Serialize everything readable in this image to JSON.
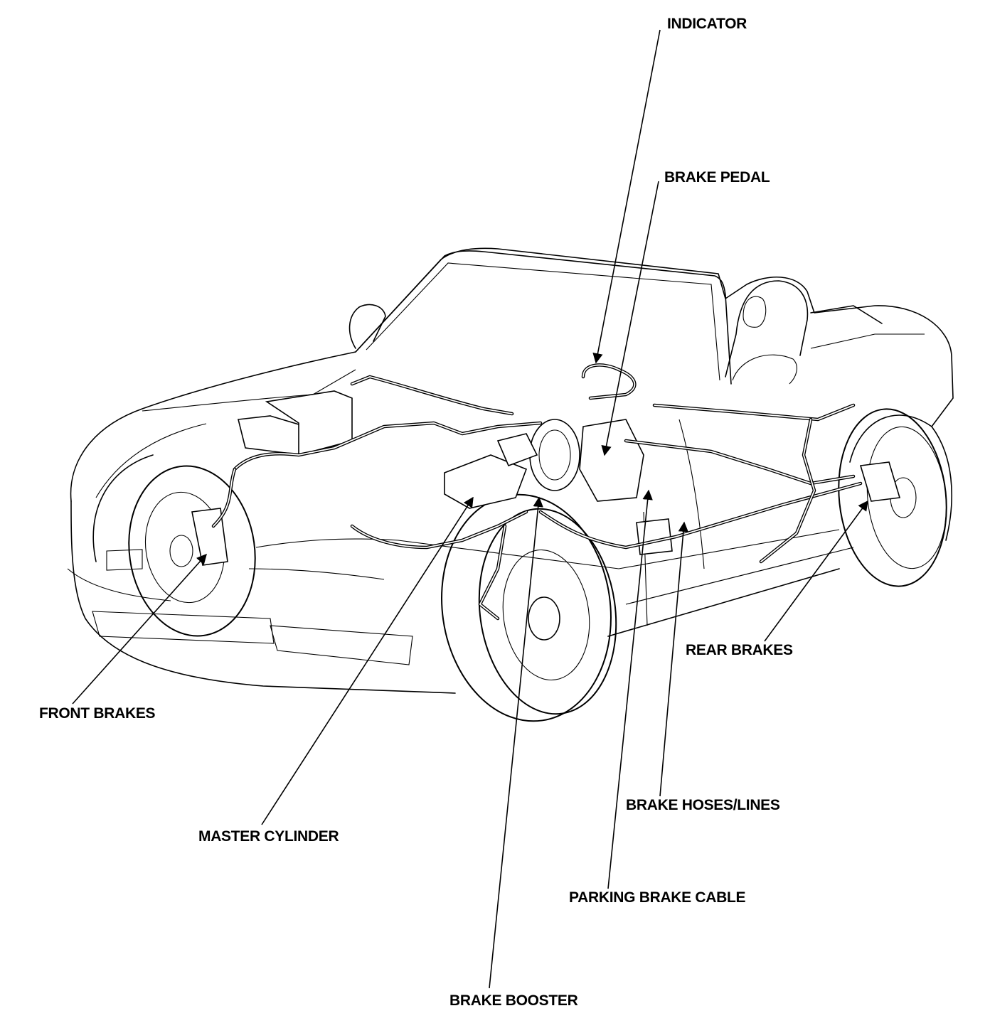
{
  "labels": {
    "indicator": "INDICATOR",
    "brake_pedal": "BRAKE PEDAL",
    "rear_brakes": "REAR BRAKES",
    "front_brakes": "FRONT BRAKES",
    "master_cylinder": "MASTER CYLINDER",
    "brake_hoses_lines": "BRAKE HOSES/LINES",
    "parking_brake_cable": "PARKING BRAKE CABLE",
    "brake_booster": "BRAKE BOOSTER"
  }
}
